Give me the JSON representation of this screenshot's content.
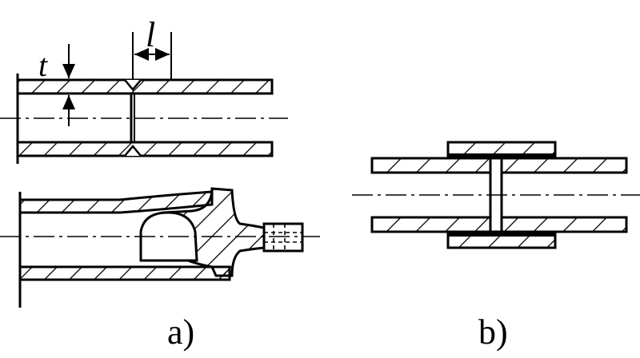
{
  "labels": {
    "thickness": "t",
    "length": "l",
    "panel_a": "a)",
    "panel_b": "b)"
  },
  "colors": {
    "ink": "#000000",
    "paper": "#ffffff"
  }
}
